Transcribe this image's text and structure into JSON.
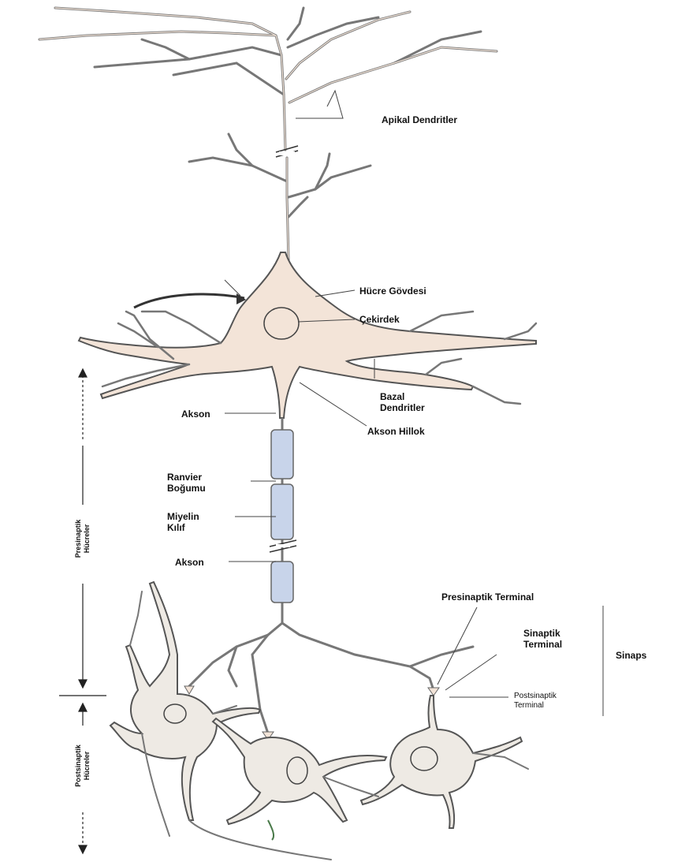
{
  "labels": {
    "apical_dendrites": "Apikal Dendritler",
    "cell_body": "Hücre Gövdesi",
    "nucleus": "Çekirdek",
    "basal_dendrites_1": "Bazal",
    "basal_dendrites_2": "Dendritler",
    "axon_top": "Akson",
    "axon_hillock": "Akson Hillok",
    "ranvier_1": "Ranvier",
    "ranvier_2": "Boğumu",
    "myelin_1": "Miyelin",
    "myelin_2": "Kılıf",
    "axon_bottom": "Akson",
    "presynaptic_terminal": "Presinaptik Terminal",
    "synaptic_terminal_1": "Sinaptik",
    "synaptic_terminal_2": "Terminal",
    "synapse": "Sinaps",
    "postsynaptic_terminal_1": "Postsinaptik",
    "postsynaptic_terminal_2": "Terminal",
    "presynaptic_cells_1": "Presinaptik",
    "presynaptic_cells_2": "Hücreler",
    "postsynaptic_cells_1": "Postsinaptik",
    "postsynaptic_cells_2": "Hücreler"
  },
  "colors": {
    "cell_fill": "#f3e4d8",
    "postsynaptic_fill": "#eeeae4",
    "myelin_fill": "#c8d4ea",
    "outline": "#555555",
    "leader_line": "#444444"
  }
}
